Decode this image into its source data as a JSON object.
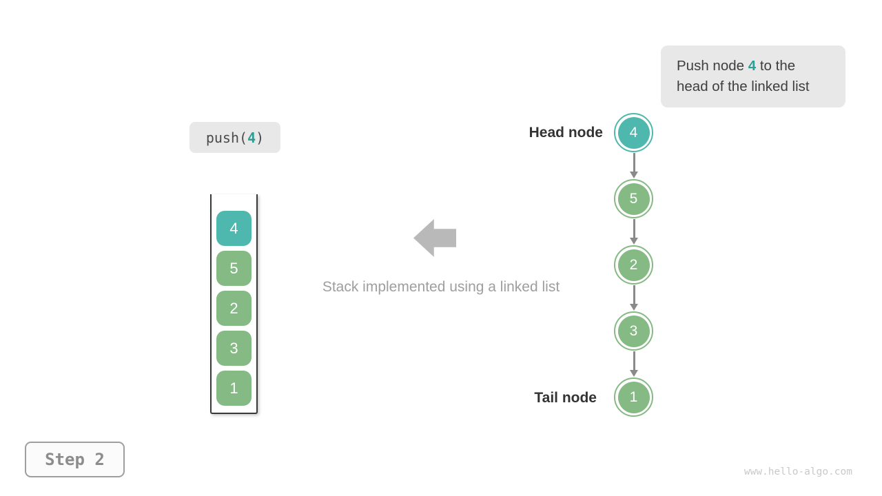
{
  "colors": {
    "teal": "#4eb8ae",
    "green": "#85ba84",
    "accent_text": "#2f9d92",
    "chip_bg": "#e8e8e8",
    "dark_text": "#3e3e3e",
    "muted_text": "#9e9e9e",
    "big_arrow_gray": "#b9b9b9",
    "connector_gray": "#8a8a8a"
  },
  "callout": {
    "line1_before": "Push node ",
    "line1_value": "4",
    "line1_after": " to the",
    "line2": "head of the linked list"
  },
  "operation": {
    "code_before": "push(",
    "value": "4",
    "code_after": ")"
  },
  "stack": {
    "items": [
      {
        "value": "4",
        "color": "#4eb8ae"
      },
      {
        "value": "5",
        "color": "#85ba84"
      },
      {
        "value": "2",
        "color": "#85ba84"
      },
      {
        "value": "3",
        "color": "#85ba84"
      },
      {
        "value": "1",
        "color": "#85ba84"
      }
    ]
  },
  "caption": "Stack implemented using a linked list",
  "linked_list": {
    "head_label": "Head node",
    "tail_label": "Tail node",
    "nodes": [
      {
        "value": "4",
        "color": "#4eb8ae"
      },
      {
        "value": "5",
        "color": "#85ba84"
      },
      {
        "value": "2",
        "color": "#85ba84"
      },
      {
        "value": "3",
        "color": "#85ba84"
      },
      {
        "value": "1",
        "color": "#85ba84"
      }
    ]
  },
  "step": {
    "label": "Step 2"
  },
  "watermark": "www.hello-algo.com"
}
